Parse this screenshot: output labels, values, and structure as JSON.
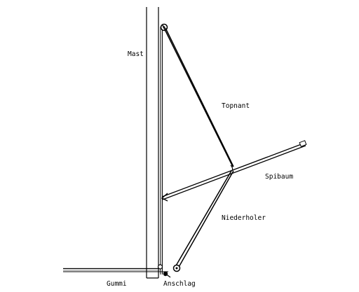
{
  "labels": {
    "mast": "Mast",
    "topnant": "Topnant",
    "spibaum": "Spibaum",
    "niederholer": "Niederholer",
    "gummi": "Gummi",
    "anschlag": "Anschlag"
  },
  "colors": {
    "line": "#000000",
    "background": "#ffffff",
    "deck": "#888888"
  }
}
